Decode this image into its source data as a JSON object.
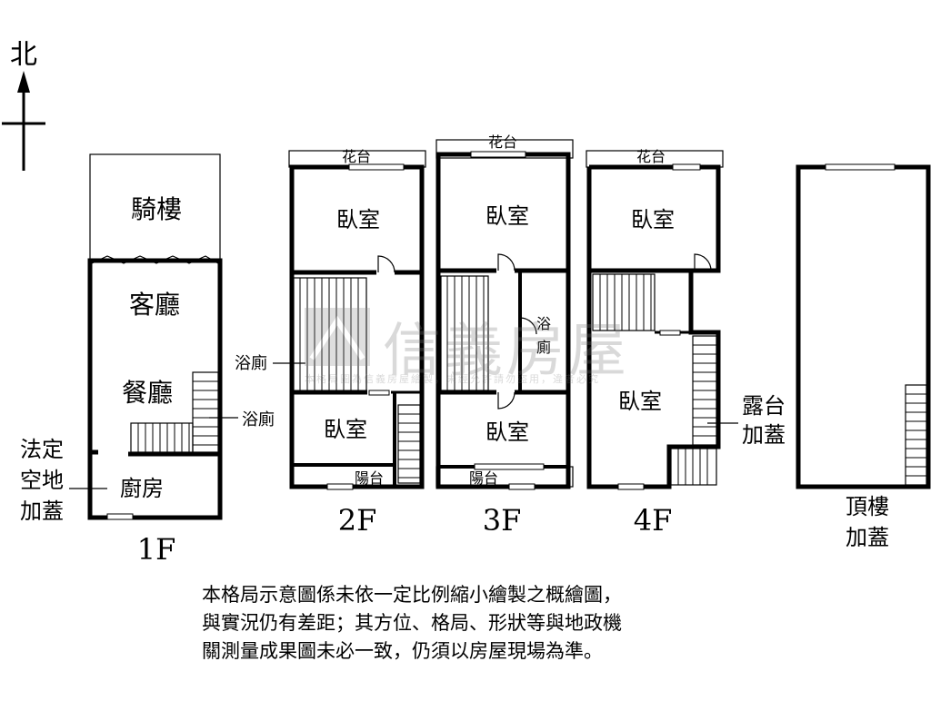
{
  "compass": {
    "north": "北"
  },
  "floors": {
    "f1": {
      "name": "1F",
      "arcade": "騎樓",
      "living": "客廳",
      "dining": "餐廳",
      "kitchen": "廚房",
      "bath": "浴廁",
      "extension": [
        "法定",
        "空地",
        "加蓋"
      ]
    },
    "f2": {
      "name": "2F",
      "planter": "花台",
      "bedroom_top": "臥室",
      "bedroom_bottom": "臥室",
      "bath": "浴廁",
      "balcony": "陽台"
    },
    "f3": {
      "name": "3F",
      "planter": "花台",
      "bedroom_top": "臥室",
      "bedroom_bottom": "臥室",
      "bath": "浴廁",
      "balcony": "陽台"
    },
    "f4": {
      "name": "4F",
      "planter": "花台",
      "bedroom_top": "臥室",
      "bedroom_mid": "臥室",
      "terrace": [
        "露台",
        "加蓋"
      ]
    },
    "roof": {
      "name": [
        "頂樓",
        "加蓋"
      ]
    }
  },
  "watermark": {
    "brand": "信義房屋",
    "notice": "本格局圖為信義房屋繪製，未經允許請勿盜用，違者必究"
  },
  "note": [
    "本格局示意圖係未依一定比例縮小繪製之概繪圖，",
    "與實況仍有差距；其方位、格局、形狀等與地政機",
    "關測量成果圖未必一致，仍須以房屋現場為準。"
  ]
}
